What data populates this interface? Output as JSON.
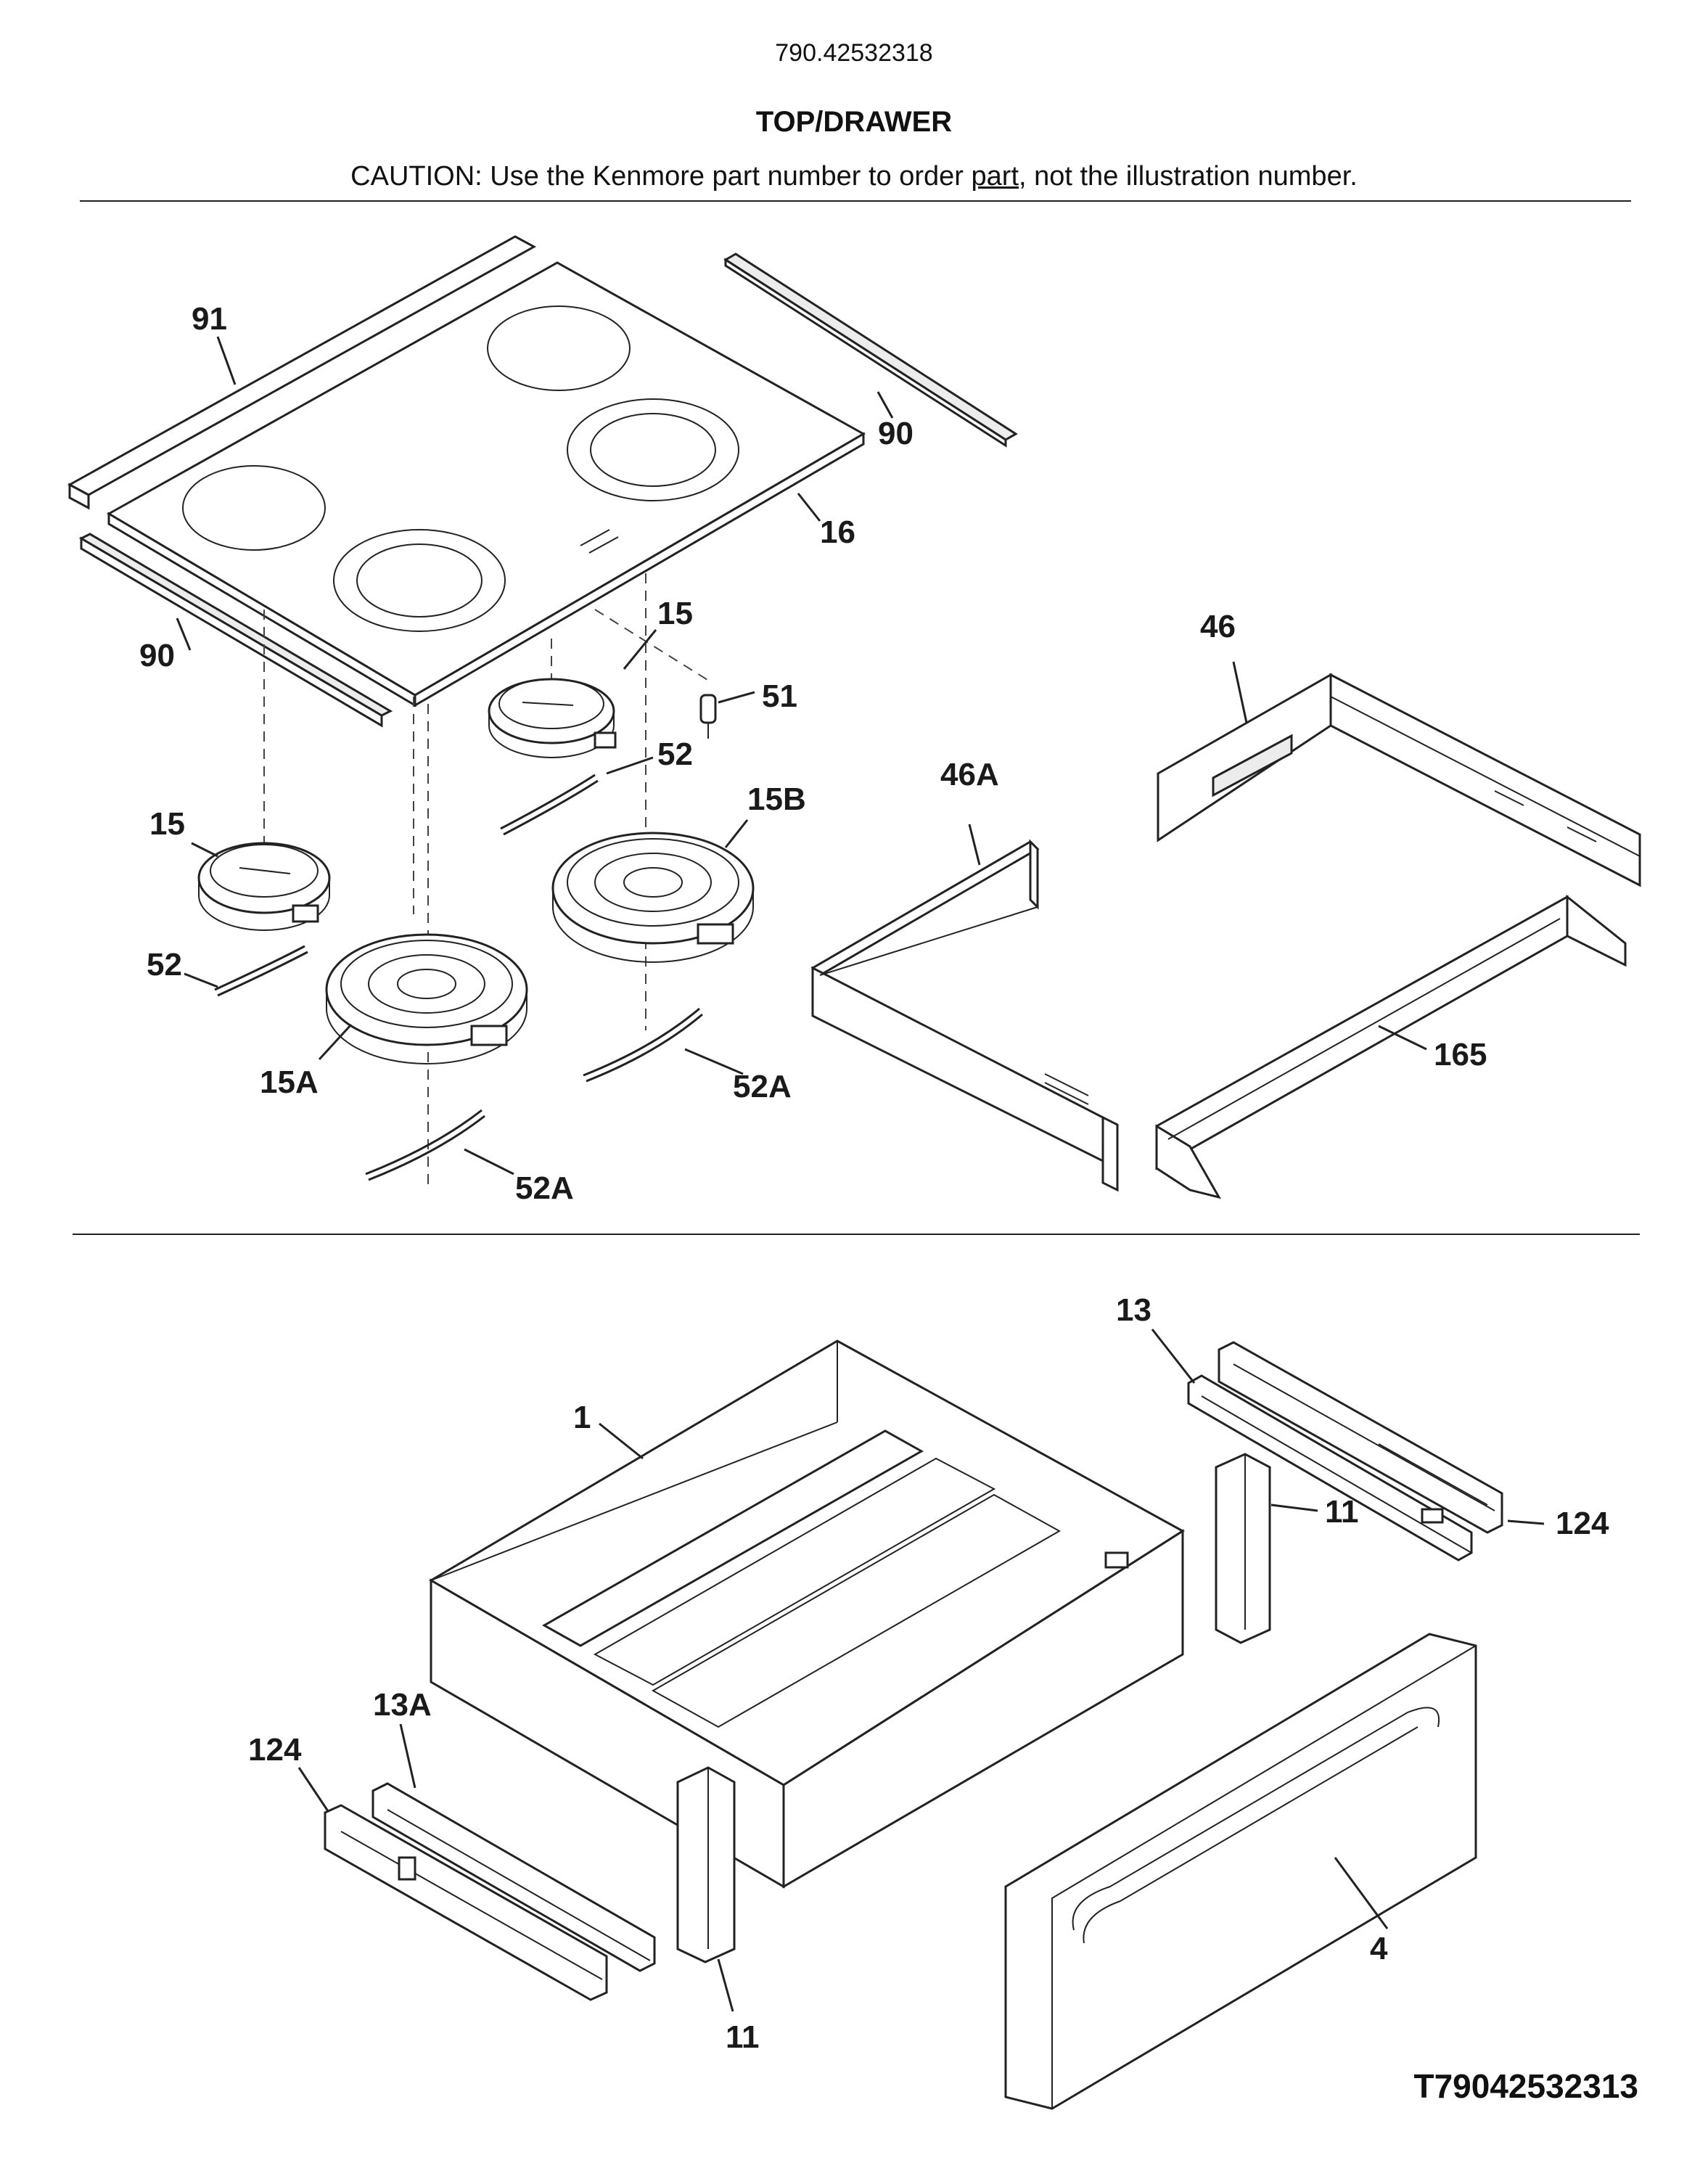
{
  "header": {
    "model_number": "790.42532318",
    "section_title": "TOP/DRAWER",
    "caution_prefix": "CAUTION: Use the Kenmore part number to order ",
    "caution_underlined": "part",
    "caution_suffix": ", not the illustration number."
  },
  "callouts": {
    "c91": "91",
    "c90_top": "90",
    "c16": "16",
    "c90_left": "90",
    "c15_top": "15",
    "c51": "51",
    "c52_top": "52",
    "c15_left": "15",
    "c15b": "15B",
    "c52_left": "52",
    "c15a": "15A",
    "c52a_right": "52A",
    "c52a_bottom": "52A",
    "c46": "46",
    "c46a": "46A",
    "c165": "165",
    "c13": "13",
    "c1": "1",
    "c11_right": "11",
    "c124_right": "124",
    "c13a": "13A",
    "c124_left": "124",
    "c4": "4",
    "c11_bottom": "11"
  },
  "footer": {
    "drawing_number": "T79042532313"
  }
}
